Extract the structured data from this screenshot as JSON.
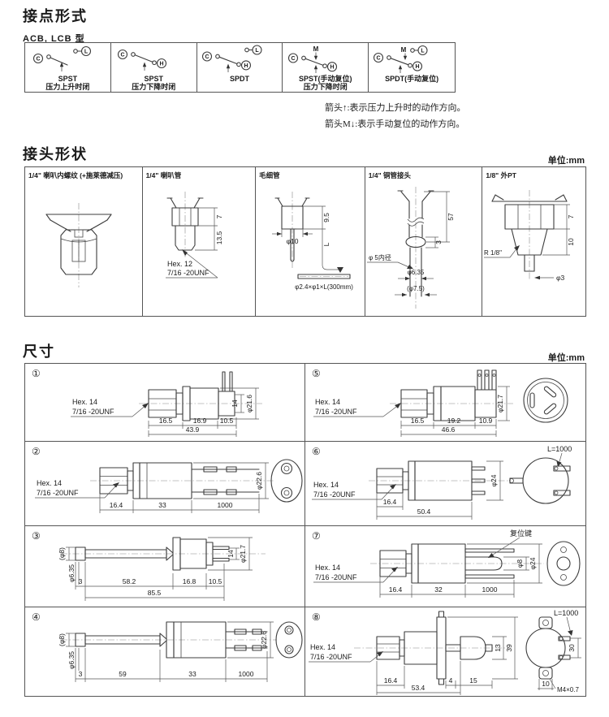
{
  "contact": {
    "title": "接点形式",
    "subtitle": "ACB, LCB 型",
    "terminals": {
      "c": "C",
      "l": "L",
      "h": "H",
      "m": "M"
    },
    "cells": [
      {
        "name": "SPST",
        "desc": "压力上升时闭"
      },
      {
        "name": "SPST",
        "desc": "压力下降时闭"
      },
      {
        "name": "SPDT",
        "desc": ""
      },
      {
        "name": "SPST(手动复位)",
        "desc": "压力下降时闭"
      },
      {
        "name": "SPDT(手动复位)",
        "desc": ""
      }
    ],
    "notes": {
      "line1": "箭头↑:表示压力上升时的动作方向。",
      "line2": "箭头M↓:表示手动复位的动作方向。"
    }
  },
  "connector": {
    "title": "接头形状",
    "unit": "单位:mm",
    "cols": [
      {
        "header": "1/4\" 喇叭内螺纹 (+施莱德减压)"
      },
      {
        "header": "1/4\" 喇叭管",
        "d1": "7",
        "d2": "13.5",
        "hex": "Hex. 12",
        "thread": "7/16 -20UNF"
      },
      {
        "header": "毛细管",
        "d1": "9.5",
        "d2": "L",
        "d3": "φ10",
        "note": "φ2.4×φ1×L(300mm)"
      },
      {
        "header": "1/4\" 铜管接头",
        "d1": "57",
        "d2": "3",
        "d3": "φ 5内径",
        "d4": "φ6.35",
        "d5": "(φ7.5)"
      },
      {
        "header": "1/8\" 外PT",
        "d1": "7",
        "d2": "10",
        "d3": "R 1/8\"",
        "d4": "φ3"
      }
    ]
  },
  "dims": {
    "title": "尺寸",
    "unit": "单位:mm",
    "items": [
      {
        "no": "①",
        "hex": "Hex. 14",
        "thread": "7/16 -20UNF",
        "a": "16.5",
        "b": "16.9",
        "c": "10.5",
        "total": "43.9",
        "v1": "14",
        "v2": "φ21.6"
      },
      {
        "no": "②",
        "hex": "Hex. 14",
        "thread": "7/16 -20UNF",
        "a": "16.4",
        "b": "33",
        "c": "1000",
        "v2": "φ22.6"
      },
      {
        "no": "③",
        "p1": "(φ8)",
        "p2": "φ6.35",
        "p3": "3",
        "a": "58.2",
        "b": "16.8",
        "c": "10.5",
        "total": "85.5",
        "v1": "14",
        "v2": "φ21.7"
      },
      {
        "no": "④",
        "p1": "(φ8)",
        "p2": "φ6.35",
        "p3": "3",
        "a": "59",
        "b": "33",
        "c": "1000",
        "v2": "φ22.6"
      },
      {
        "no": "⑤",
        "hex": "Hex. 14",
        "thread": "7/16 -20UNF",
        "a": "16.5",
        "b": "19.2",
        "c": "10.9",
        "total": "46.6",
        "v2": "φ21.7"
      },
      {
        "no": "⑥",
        "hex": "Hex. 14",
        "thread": "7/16 -20UNF",
        "a": "16.4",
        "total": "50.4",
        "v2": "φ24",
        "wire": "L=1000"
      },
      {
        "no": "⑦",
        "hex": "Hex. 14",
        "thread": "7/16 -20UNF",
        "reset": "复位键",
        "a": "16.4",
        "b": "32",
        "c": "1000",
        "v1": "φ8",
        "v2": "φ24"
      },
      {
        "no": "⑧",
        "hex": "Hex. 14",
        "thread": "7/16 -20UNF",
        "a": "16.4",
        "b": "53.4",
        "c": "4",
        "d": "15",
        "v1": "13",
        "v2": "39",
        "wire": "L=1000",
        "e1": "30",
        "e2": "10",
        "e3": "M4×0.7"
      }
    ]
  }
}
